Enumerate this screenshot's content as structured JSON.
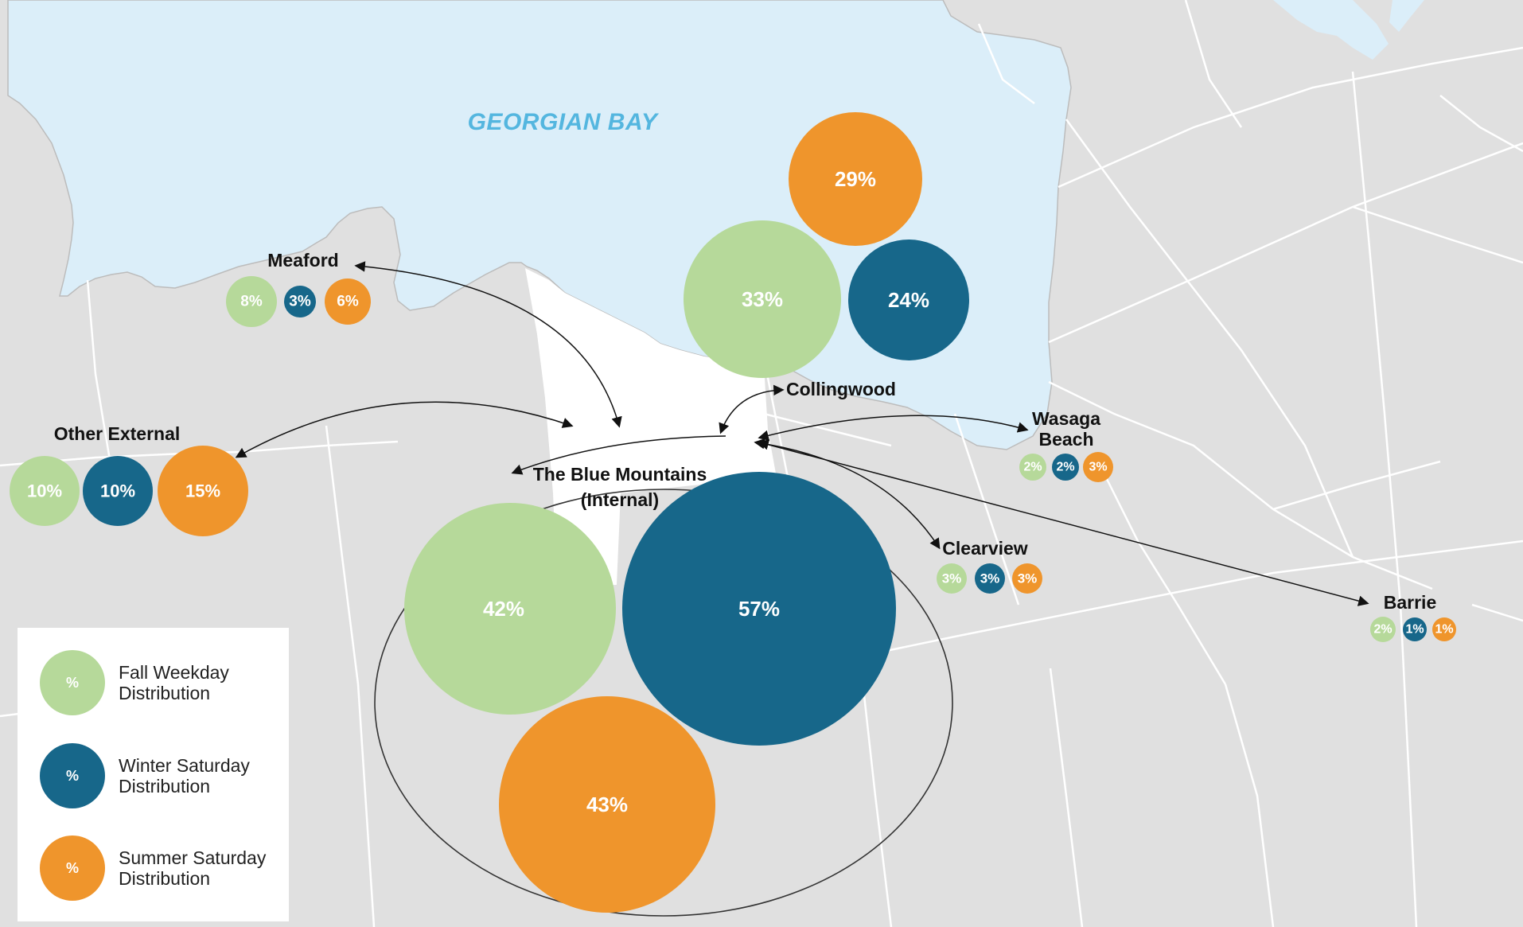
{
  "colors": {
    "fall": "#b6d99a",
    "winter": "#17678a",
    "summer": "#ef952c",
    "water": "#dbeef9",
    "land": "#e0e0e0",
    "boundary": "#ffffff",
    "region": "#ffffff"
  },
  "map": {
    "water_label": "GEORGIAN BAY"
  },
  "places": {
    "collingwood_dest": {
      "fall": "33%",
      "winter": "24%",
      "summer": "29%"
    },
    "meaford": {
      "name": "Meaford",
      "fall": "8%",
      "winter": "3%",
      "summer": "6%"
    },
    "other_external": {
      "name": "Other External",
      "fall": "10%",
      "winter": "10%",
      "summer": "15%"
    },
    "collingwood": {
      "name": "Collingwood"
    },
    "wasaga_beach": {
      "name_line1": "Wasaga",
      "name_line2": "Beach",
      "fall": "2%",
      "winter": "2%",
      "summer": "3%"
    },
    "clearview": {
      "name": "Clearview",
      "fall": "3%",
      "winter": "3%",
      "summer": "3%"
    },
    "barrie": {
      "name": "Barrie",
      "fall": "2%",
      "winter": "1%",
      "summer": "1%"
    },
    "blue_mountains": {
      "name_line1": "The Blue Mountains",
      "name_line2": "(Internal)",
      "fall": "42%",
      "winter": "57%",
      "summer": "43%"
    }
  },
  "legend": {
    "symbol": "%",
    "items": [
      {
        "line1": "Fall Weekday",
        "line2": "Distribution"
      },
      {
        "line1": "Winter Saturday",
        "line2": "Distribution"
      },
      {
        "line1": "Summer Saturday",
        "line2": "Distribution"
      }
    ]
  }
}
